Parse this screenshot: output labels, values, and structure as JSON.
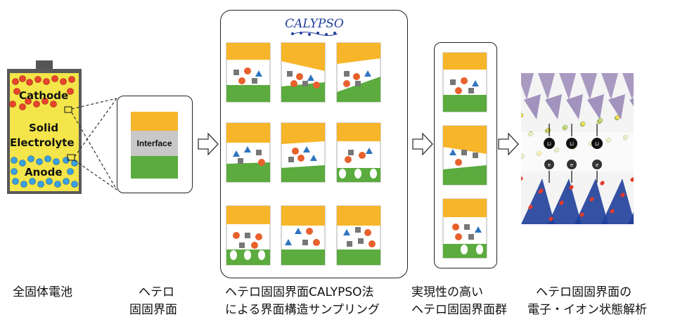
{
  "battery": {
    "cathode_label": "Cathode",
    "solid_label": "Solid",
    "electrolyte_label": "Electrolyte",
    "anode_label": "Anode"
  },
  "interface_box": {
    "label": "Interface"
  },
  "calypso": {
    "logo_text": "CALYPSO"
  },
  "ellipsis": "…",
  "captions": {
    "battery": "全固体電池",
    "interface_line1": "ヘテロ",
    "interface_line2": "固固界面",
    "sampling_line1": "ヘテロ固固界面CALYPSO法",
    "sampling_line2": "による界面構造サンプリング",
    "selected_line1": "実現性の高い",
    "selected_line2": "ヘテロ固固界面群",
    "analysis_line1": "ヘテロ固固界面の",
    "analysis_line2": "電子・イオン状態解析"
  },
  "analysis_labels": {
    "li": "Li",
    "electron": "e"
  },
  "colors": {
    "cathode": "#f7b52a",
    "electrolyte": "#ffffff",
    "anode": "#5bab3e",
    "interface_gray": "#c8c8c8",
    "particle_red": "#e8602c",
    "particle_blue": "#2f74c0",
    "particle_gray": "#777777"
  }
}
